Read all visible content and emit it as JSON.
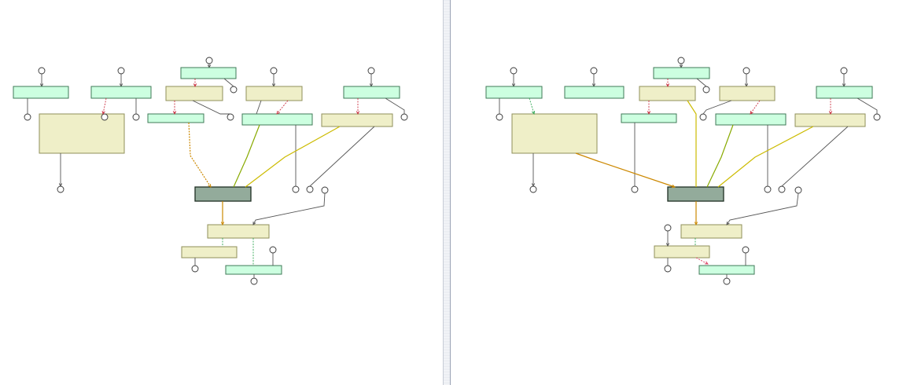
{
  "colors": {
    "background": "#ffffff",
    "green_node": "#ccffe0",
    "yellow_node": "#efefc8",
    "hub_node": "#93ab9b",
    "edge_gray": "#555555",
    "edge_red": "#cc3344",
    "edge_orange": "#cc8800",
    "edge_olive": "#88aa00",
    "edge_gold": "#ccbb00",
    "edge_green": "#33aa55",
    "edge_pink": "#dd4466"
  },
  "panels": [
    {
      "nodes": [
        {
          "kind": "green"
        },
        {
          "kind": "green"
        },
        {
          "kind": "green"
        },
        {
          "kind": "yellow"
        },
        {
          "kind": "yellow"
        },
        {
          "kind": "green"
        },
        {
          "kind": "yellow"
        },
        {
          "kind": "green"
        },
        {
          "kind": "green"
        },
        {
          "kind": "yellow"
        },
        {
          "kind": "hub"
        },
        {
          "kind": "yellow"
        },
        {
          "kind": "yellow"
        },
        {
          "kind": "green"
        }
      ],
      "edges": [
        {
          "color": "gray"
        },
        {
          "color": "red",
          "dashed": true
        },
        {
          "color": "orange",
          "dashed": true
        },
        {
          "color": "olive"
        },
        {
          "color": "gold"
        },
        {
          "color": "gray"
        },
        {
          "color": "green",
          "dashed": true
        }
      ]
    },
    {
      "nodes": [
        {
          "kind": "green"
        },
        {
          "kind": "green"
        },
        {
          "kind": "green"
        },
        {
          "kind": "yellow"
        },
        {
          "kind": "yellow"
        },
        {
          "kind": "green"
        },
        {
          "kind": "yellow"
        },
        {
          "kind": "green"
        },
        {
          "kind": "green"
        },
        {
          "kind": "yellow"
        },
        {
          "kind": "hub"
        },
        {
          "kind": "yellow"
        },
        {
          "kind": "yellow"
        },
        {
          "kind": "green"
        }
      ],
      "edges": [
        {
          "color": "green",
          "dashed": true
        },
        {
          "color": "orange"
        },
        {
          "color": "gold"
        },
        {
          "color": "olive"
        },
        {
          "color": "gold"
        },
        {
          "color": "gray"
        },
        {
          "color": "pink",
          "dashed": true
        }
      ]
    }
  ]
}
